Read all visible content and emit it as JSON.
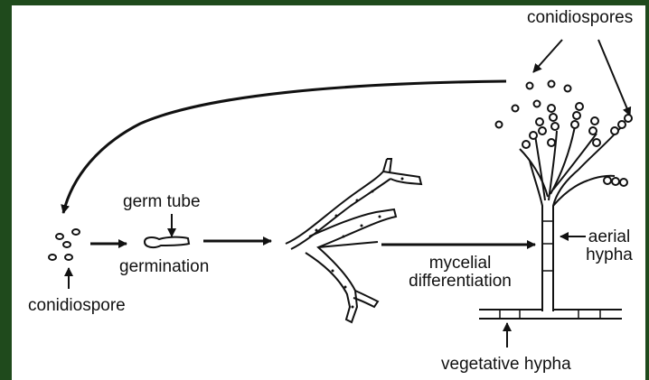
{
  "diagram": {
    "labels": {
      "conidiospores": "conidiospores",
      "germ_tube": "germ tube",
      "germination": "germination",
      "conidiospore": "conidiospore",
      "mycelial_differentiation_line1": "mycelial",
      "mycelial_differentiation_line2": "differentiation",
      "aerial_hypha_line1": "aerial",
      "aerial_hypha_line2": "hypha",
      "vegetative_hypha": "vegetative hypha"
    },
    "colors": {
      "frame": "#1f4a1c",
      "panel": "#ffffff",
      "ink": "#111111"
    }
  }
}
